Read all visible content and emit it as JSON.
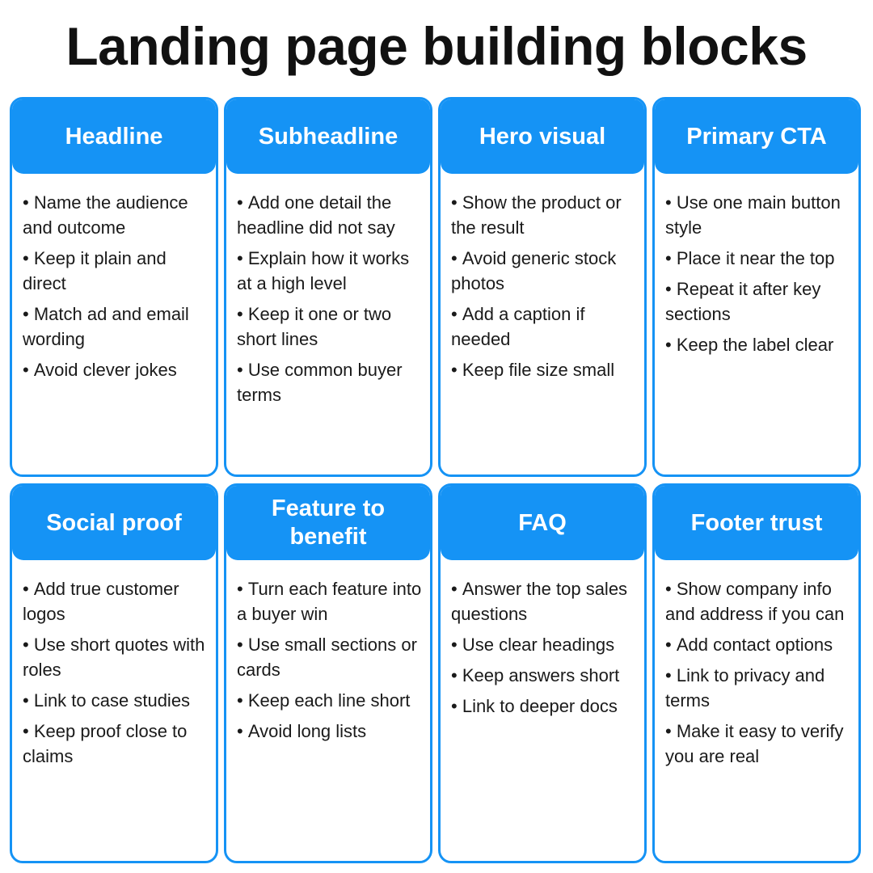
{
  "title": "Landing page building blocks",
  "accent_color": "#1593f5",
  "cards": [
    {
      "title": "Headline",
      "items": [
        "Name the audience and outcome",
        "Keep it plain and direct",
        "Match ad and email wording",
        "Avoid clever jokes"
      ]
    },
    {
      "title": "Subheadline",
      "items": [
        "Add one detail the headline did not say",
        "Explain how it works at a high level",
        "Keep it one or two short lines",
        "Use common buyer terms"
      ]
    },
    {
      "title": "Hero visual",
      "items": [
        "Show the product or the result",
        "Avoid generic stock photos",
        "Add a caption if needed",
        "Keep file size small"
      ]
    },
    {
      "title": "Primary CTA",
      "items": [
        "Use one main button style",
        "Place it near the top",
        "Repeat it after key sections",
        "Keep the label clear"
      ]
    },
    {
      "title": "Social proof",
      "items": [
        "Add true customer logos",
        "Use short quotes with roles",
        "Link to case studies",
        "Keep proof close to claims"
      ]
    },
    {
      "title": "Feature to benefit",
      "items": [
        "Turn each feature into a buyer win",
        "Use small sections or cards",
        "Keep each line short",
        "Avoid long lists"
      ]
    },
    {
      "title": "FAQ",
      "items": [
        "Answer the top sales questions",
        "Use clear headings",
        "Keep answers short",
        "Link to deeper docs"
      ]
    },
    {
      "title": "Footer trust",
      "items": [
        "Show company info and address if you can",
        "Add contact options",
        "Link to privacy and terms",
        "Make it easy to verify you are real"
      ]
    }
  ]
}
